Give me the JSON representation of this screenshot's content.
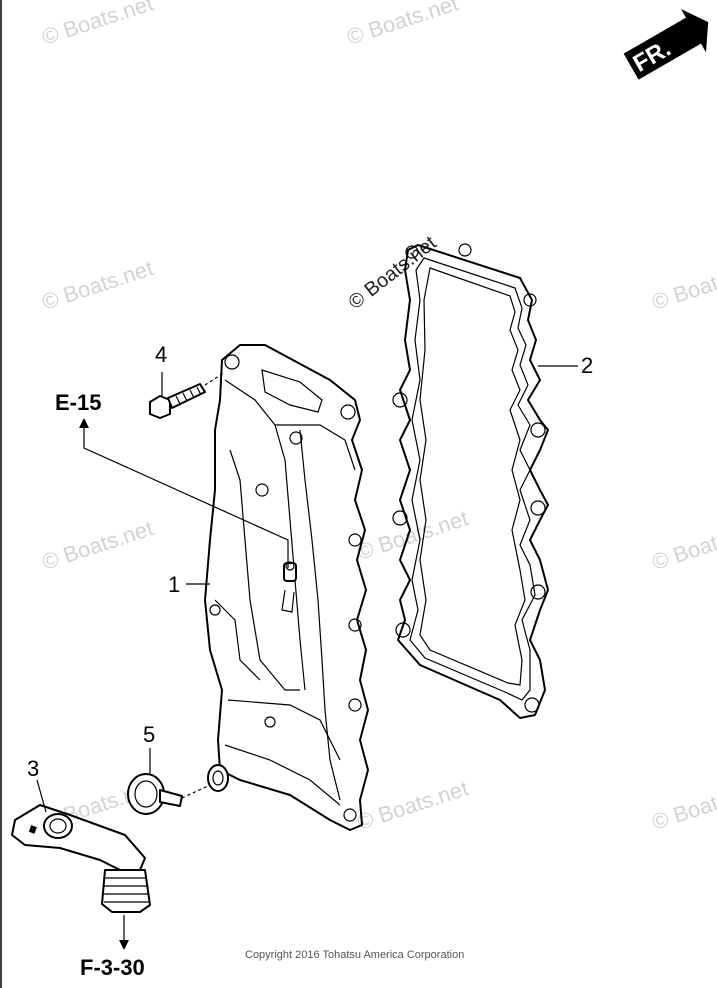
{
  "watermark_text": "© Boats.net",
  "fr_label": "FR.",
  "copyright": "Copyright 2016 Tohatsu America Corporation",
  "callouts": {
    "p1": "1",
    "p2": "2",
    "p3": "3",
    "p4": "4",
    "p5": "5"
  },
  "refs": {
    "e15": "E-15",
    "f330": "F-3-30"
  }
}
